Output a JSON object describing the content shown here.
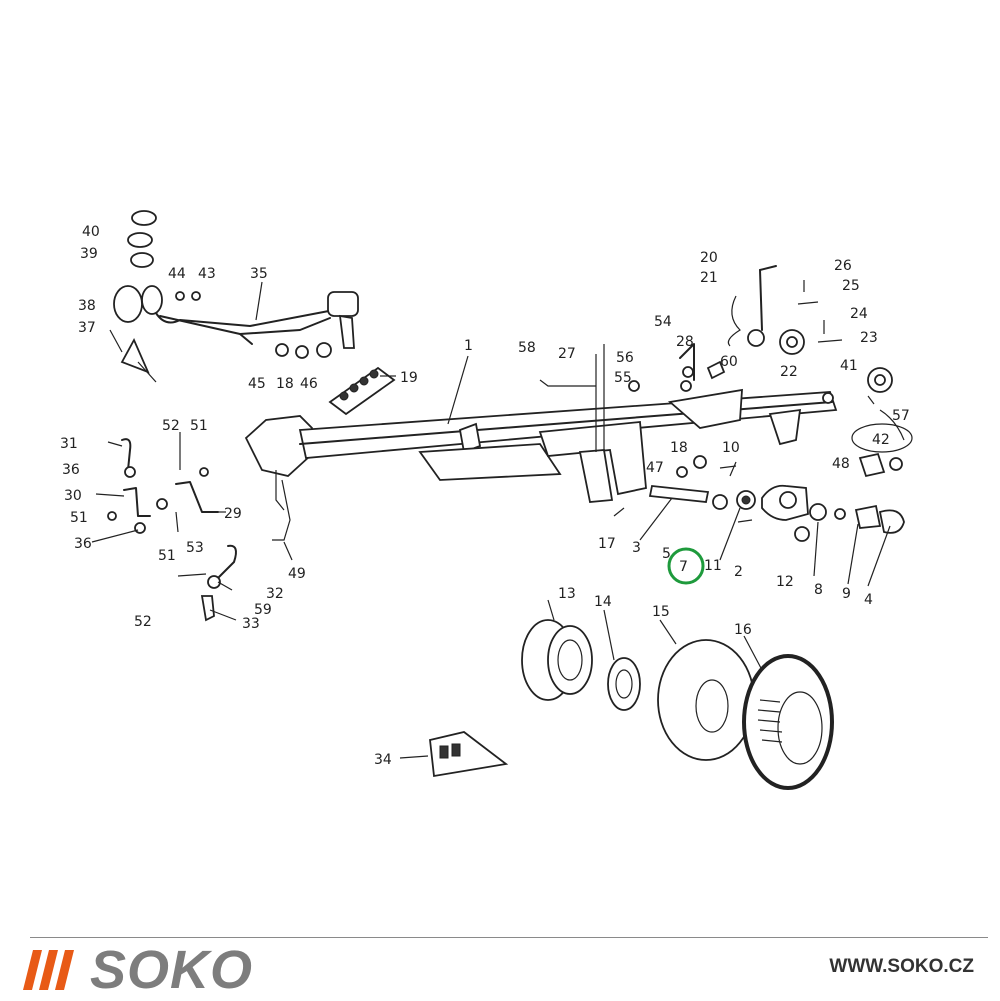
{
  "diagram": {
    "callouts": [
      "1",
      "2",
      "3",
      "4",
      "5",
      "7",
      "8",
      "9",
      "10",
      "11",
      "12",
      "13",
      "14",
      "15",
      "16",
      "17",
      "18",
      "18",
      "19",
      "20",
      "21",
      "22",
      "23",
      "24",
      "25",
      "26",
      "27",
      "28",
      "29",
      "30",
      "31",
      "32",
      "33",
      "34",
      "35",
      "36",
      "36",
      "37",
      "38",
      "39",
      "40",
      "41",
      "42",
      "43",
      "44",
      "45",
      "46",
      "47",
      "48",
      "49",
      "51",
      "51",
      "51",
      "52",
      "52",
      "53",
      "54",
      "55",
      "56",
      "57",
      "58",
      "59",
      "60"
    ],
    "highlighted_callout": "7",
    "highlight_color": "#1e9a3c"
  },
  "footer": {
    "brand": "SOKO",
    "url": "WWW.SOKO.CZ",
    "brand_color": "#e85a16",
    "brand_text_color": "#7d7d7d"
  }
}
